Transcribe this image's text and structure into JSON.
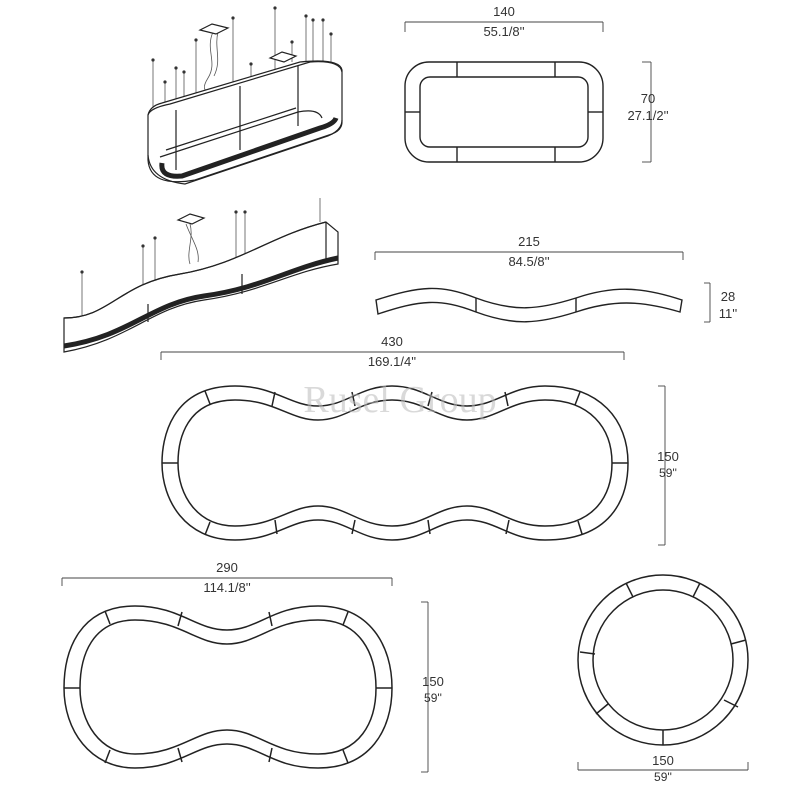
{
  "watermark": "Rusel Group",
  "colors": {
    "line": "#222222",
    "dim_line": "#444444",
    "text": "#333333",
    "watermark": "#bbbbbb",
    "cable": "#555555"
  },
  "figures": {
    "rectangular": {
      "width_cm": "140",
      "width_in": "55.1/8''",
      "height_cm": "70",
      "height_in": "27.1/2''"
    },
    "wave": {
      "width_cm": "215",
      "width_in": "84.5/8''",
      "height_cm": "28",
      "height_in": "11''"
    },
    "double_wave": {
      "width_cm": "430",
      "width_in": "169.1/4''",
      "height_cm": "150",
      "height_in": "59''"
    },
    "single_wave_ring": {
      "width_cm": "290",
      "width_in": "114.1/8''",
      "height_cm": "150",
      "height_in": "59''"
    },
    "circle": {
      "diameter_cm": "150",
      "diameter_in": "59''"
    }
  }
}
